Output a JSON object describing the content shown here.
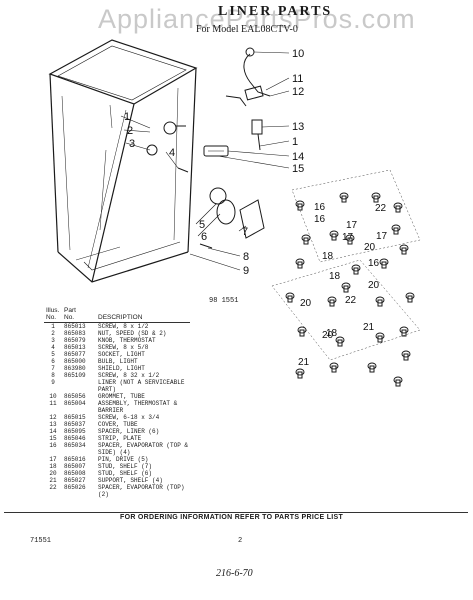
{
  "header": {
    "watermark": "AppliancePartsPros.com",
    "title": "LINER PARTS",
    "subtitle": "For Model EAL08CTV-0"
  },
  "diagram": {
    "figure_code": "98 1551",
    "callouts_left": [
      "1",
      "2",
      "3",
      "4",
      "5",
      "6",
      "7",
      "8",
      "9"
    ],
    "callouts_right": [
      "10",
      "11",
      "12",
      "13",
      "1",
      "14",
      "15"
    ],
    "callouts_spacers": [
      "16",
      "17",
      "22",
      "16",
      "17",
      "20",
      "18",
      "17",
      "16",
      "18",
      "20",
      "22",
      "20",
      "18",
      "21",
      "21",
      "20"
    ]
  },
  "parts_table": {
    "header_row1": [
      "Illus.",
      "Part",
      ""
    ],
    "header_row2": [
      "No.",
      "No.",
      "DESCRIPTION"
    ],
    "rows": [
      [
        "1",
        "865013",
        "SCREW, 8 x 1/2"
      ],
      [
        "2",
        "865083",
        "NUT, SPEED (SD & 2)"
      ],
      [
        "3",
        "865079",
        "KNOB, THERMOSTAT"
      ],
      [
        "4",
        "865013",
        "SCREW, 8 x 5/8"
      ],
      [
        "5",
        "865077",
        "SOCKET, LIGHT"
      ],
      [
        "6",
        "865000",
        "BULB, LIGHT"
      ],
      [
        "7",
        "863980",
        "SHIELD, LIGHT"
      ],
      [
        "8",
        "865109",
        "SCREW, 8 32 x 1/2"
      ],
      [
        "9",
        "",
        "LINER (NOT A SERVICEABLE PART)"
      ],
      [
        "10",
        "865056",
        "GROMMET, TUBE"
      ],
      [
        "11",
        "865004",
        "ASSEMBLY, THERMOSTAT & BARRIER"
      ],
      [
        "12",
        "865015",
        "SCREW, 6-18 x 3/4"
      ],
      [
        "13",
        "865037",
        "COVER, TUBE"
      ],
      [
        "14",
        "865095",
        "SPACER, LINER (6)"
      ],
      [
        "15",
        "865046",
        "STRIP, PLATE"
      ],
      [
        "16",
        "865034",
        "SPACER, EVAPORATOR (TOP & SIDE) (4)"
      ],
      [
        "17",
        "865016",
        "PIN, DRIVE (5)"
      ],
      [
        "18",
        "865007",
        "STUD, SHELF (7)"
      ],
      [
        "20",
        "865008",
        "STUD, SHELF (6)"
      ],
      [
        "21",
        "865027",
        "SUPPORT, SHELF (4)"
      ],
      [
        "22",
        "865026",
        "SPACER, EVAPORATOR (TOP) (2)"
      ]
    ]
  },
  "footer": {
    "note": "FOR ORDERING INFORMATION REFER TO PARTS PRICE LIST",
    "left_code": "71551",
    "page_mark": "2",
    "signature": "216-6-70"
  }
}
